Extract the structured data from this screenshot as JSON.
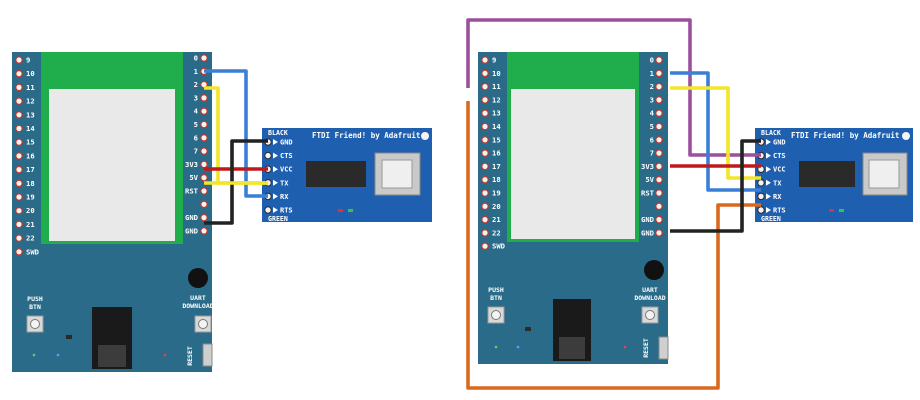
{
  "left_board": {
    "pins_left": [
      "9",
      "10",
      "11",
      "12",
      "13",
      "14",
      "15",
      "16",
      "17",
      "18",
      "19",
      "20",
      "21",
      "22",
      "SWD"
    ],
    "pins_right": [
      "0",
      "1",
      "2",
      "3",
      "4",
      "5",
      "6",
      "7",
      "3V3",
      "5V",
      "RST",
      "",
      "GND",
      "GND"
    ],
    "push_btn": [
      "PUSH",
      "BTN"
    ],
    "uart_download": [
      "UART",
      "DOWNLOAD"
    ],
    "reset": "RESET"
  },
  "right_board": {
    "pins_left": [
      "9",
      "10",
      "11",
      "12",
      "13",
      "14",
      "15",
      "16",
      "17",
      "18",
      "19",
      "20",
      "21",
      "22",
      "SWD"
    ],
    "pins_right": [
      "0",
      "1",
      "2",
      "3",
      "4",
      "5",
      "6",
      "7",
      "3V3",
      "5V",
      "RST",
      "",
      "GND",
      "GND"
    ],
    "push_btn": [
      "PUSH",
      "BTN"
    ],
    "uart_download": [
      "UART",
      "DOWNLOAD"
    ],
    "reset": "RESET"
  },
  "ftdi_left": {
    "title": "FTDI Friend! by Adafruit",
    "black": "BLACK",
    "green": "GREEN",
    "pins": [
      "GND",
      "CTS",
      "VCC",
      "TX",
      "RX",
      "RTS"
    ]
  },
  "ftdi_right": {
    "title": "FTDI Friend! by Adafruit",
    "black": "BLACK",
    "green": "GREEN",
    "pins": [
      "GND",
      "CTS",
      "VCC",
      "TX",
      "RX",
      "RTS"
    ]
  },
  "colors": {
    "board": "#2a6b8a",
    "ftdi": "#1f5fb0",
    "module": "#1fae4b",
    "wire_blue": "#3a7fd6",
    "wire_yellow": "#f2e52a",
    "wire_red": "#c0181b",
    "wire_black": "#222222",
    "wire_purple": "#9c4f9d",
    "wire_orange": "#d9691f"
  }
}
